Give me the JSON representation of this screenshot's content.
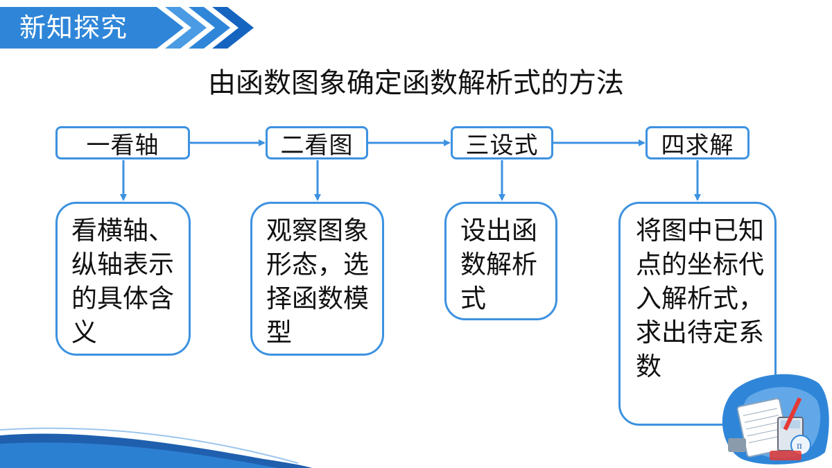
{
  "header": {
    "label": "新知探究"
  },
  "title": "由函数图象确定函数解析式的方法",
  "steps": [
    {
      "label": "一看轴",
      "desc": "看横轴、纵轴表示的具体含义"
    },
    {
      "label": "二看图",
      "desc": "观察图象形态，选择函数模型"
    },
    {
      "label": "三设式",
      "desc": "设出函数解析式"
    },
    {
      "label": "四求解",
      "desc": "将图中已知点的坐标代入解析式，求出待定系数"
    }
  ],
  "colors": {
    "accent": "#3d92e0",
    "banner": "#2f86d8",
    "wave": "#1f5fae"
  }
}
